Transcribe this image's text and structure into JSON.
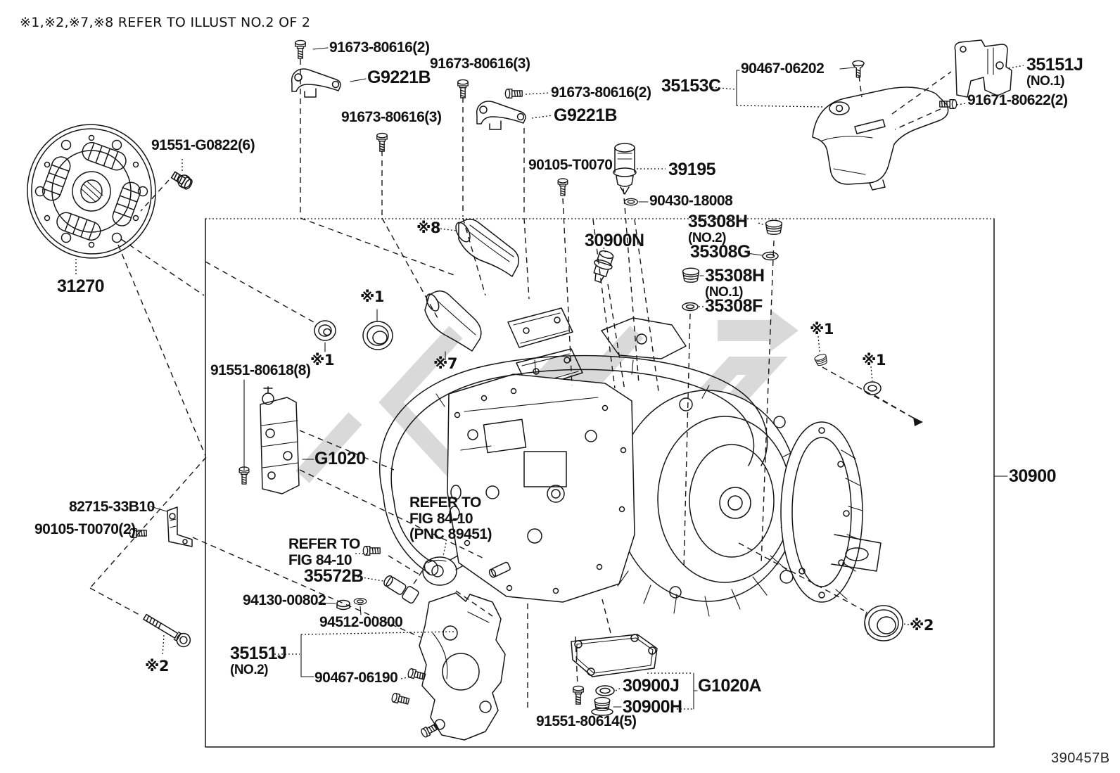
{
  "note": "※1,※2,※7,※8 REFER TO ILLUST NO.2 OF 2",
  "doc_id": "390457B",
  "main_assembly": {
    "part_no": "30900",
    "description": "transaxle-assembly-outline-box"
  },
  "callouts": [
    {
      "text": "91673-80616(2)"
    },
    {
      "text": "G9221B"
    },
    {
      "text": "91673-80616(3)"
    },
    {
      "text": "91673-80616(2)"
    },
    {
      "text": "G9221B"
    },
    {
      "text": "91673-80616(3)"
    },
    {
      "text": "90105-T0070"
    },
    {
      "text": "39195"
    },
    {
      "text": "90430-18008"
    },
    {
      "text": "35153C"
    },
    {
      "text": "90467-06202"
    },
    {
      "text": "35151J",
      "sub": "(NO.1)"
    },
    {
      "text": "91671-80622(2)"
    },
    {
      "text": "91551-G0822(6)"
    },
    {
      "text": "31270"
    },
    {
      "text": "※8"
    },
    {
      "text": "※1"
    },
    {
      "text": "※1"
    },
    {
      "text": "※7"
    },
    {
      "text": "30900N"
    },
    {
      "text": "35308H",
      "sub": "(NO.2)"
    },
    {
      "text": "35308G"
    },
    {
      "text": "35308H",
      "sub": "(NO.1)"
    },
    {
      "text": "35308F"
    },
    {
      "text": "※1"
    },
    {
      "text": "※1"
    },
    {
      "text": "91551-80618(8)"
    },
    {
      "text": "G1020"
    },
    {
      "text": "82715-33B10"
    },
    {
      "text": "90105-T0070(2)"
    },
    {
      "text": "REFER TO",
      "sub": "FIG 84-10"
    },
    {
      "text": "35572B"
    },
    {
      "text": "94130-00802"
    },
    {
      "text": "94512-00800"
    },
    {
      "text": "REFER TO",
      "sub": "FIG 84-10",
      "sub2": "(PNC 89451)"
    },
    {
      "text": "35151J",
      "sub": "(NO.2)"
    },
    {
      "text": "90467-06190"
    },
    {
      "text": "30900J"
    },
    {
      "text": "G1020A"
    },
    {
      "text": "30900H"
    },
    {
      "text": "91551-80614(5)"
    },
    {
      "text": "※2"
    },
    {
      "text": "※2"
    },
    {
      "text": "30900"
    }
  ]
}
